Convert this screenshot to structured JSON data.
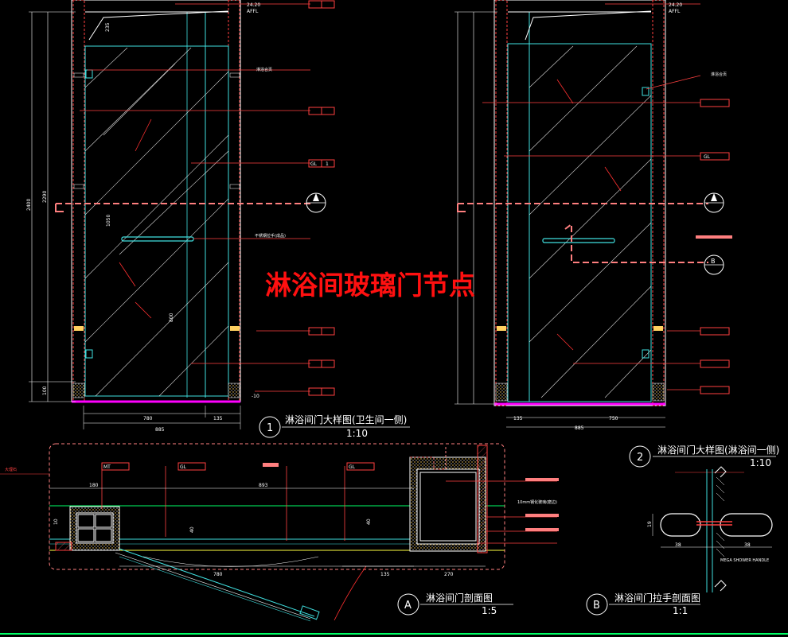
{
  "main_title": "淋浴间玻璃门节点",
  "detail1": {
    "num": "1",
    "title": "淋浴间门大样图(卫生间一侧)",
    "scale": "1:10"
  },
  "detail2": {
    "num": "2",
    "title": "淋浴间门大样图(淋浴间一侧)",
    "scale": "1:10"
  },
  "detailA": {
    "num": "A",
    "title": "淋浴间门剖面图",
    "scale": "1:5"
  },
  "detailB": {
    "num": "B",
    "title": "淋浴间门拉手剖面图",
    "scale": "1:1"
  },
  "tags": {
    "gl": "GL",
    "mt": "MT",
    "one": "1",
    "section_a": "A",
    "section_b": "B"
  },
  "levels": {
    "top": "24.20",
    "afl": "AFFL",
    "bottom": "-10"
  },
  "notes": {
    "hinge": "淋浴合页",
    "handle": "不锈钢拉手(成品)",
    "glass": "10mm钢化玻璃(磨边)",
    "left_note": "大理石",
    "shower_handle": "MEGA SHOWER HANDLE"
  },
  "dims1": {
    "w1": "780",
    "w2": "135",
    "total": "885",
    "h_total": "2400",
    "h_glass": "2290",
    "h_handle": "1050",
    "h_low": "800",
    "h_base": "100",
    "h_top": "235"
  },
  "dims2": {
    "w1": "135",
    "w2": "750",
    "total": "885"
  },
  "dimsA": {
    "a1": "180",
    "a2": "893",
    "a3": "780",
    "a4": "135",
    "a5": "270",
    "a6": "10",
    "a7": "40",
    "a8": "40"
  },
  "dimsB": {
    "b1": "38",
    "b2": "38",
    "b3": "19"
  },
  "colors": {
    "bg": "#000000",
    "red": "#ff2020",
    "cyan": "#40e0e0",
    "white": "#ffffff",
    "magenta": "#ff00ff",
    "yellow": "#ffff40",
    "green": "#00ff66",
    "salmon": "#ff7f7f"
  }
}
